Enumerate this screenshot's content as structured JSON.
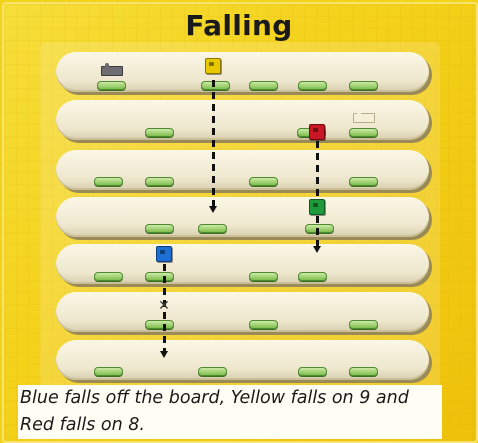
{
  "title": "Falling",
  "caption": "Blue falls off the board, Yellow falls on 9 and Red falls on 8.",
  "robots": [
    {
      "name": "Yellow",
      "color": "#e8c800"
    },
    {
      "name": "Red",
      "color": "#c81722"
    },
    {
      "name": "Green",
      "color": "#1f9a3a"
    },
    {
      "name": "Blue",
      "color": "#1d6fd4"
    }
  ],
  "colors": {
    "background": "#f3d317",
    "board_row": "#efe8cf",
    "ledge": "#7fbf50",
    "path_line": "#111111"
  },
  "icons": [
    "tile-icon-dark",
    "tile-icon-light",
    "cross-icon",
    "arrow-down-icon"
  ]
}
